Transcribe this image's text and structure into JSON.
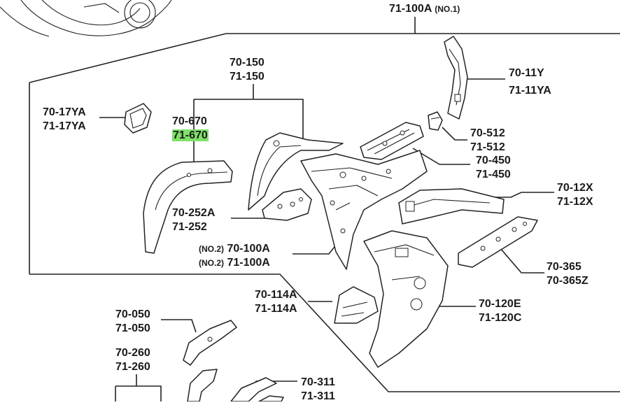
{
  "diagram": {
    "callouts": [
      {
        "id": "100a-no1",
        "code1": "71-100A",
        "note": "(NO.1)"
      },
      {
        "id": "11y",
        "code1": "70-11Y",
        "code2": "71-11YA"
      },
      {
        "id": "150",
        "code1": "70-150",
        "code2": "71-150"
      },
      {
        "id": "17ya",
        "code1": "70-17YA",
        "code2": "71-17YA"
      },
      {
        "id": "670",
        "code1": "70-670",
        "code2": "71-670"
      },
      {
        "id": "512",
        "code1": "70-512",
        "code2": "71-512"
      },
      {
        "id": "450",
        "code1": "70-450",
        "code2": "71-450"
      },
      {
        "id": "12x",
        "code1": "70-12X",
        "code2": "71-12X"
      },
      {
        "id": "252",
        "code1": "70-252A",
        "code2": "71-252"
      },
      {
        "id": "100a-no2",
        "code1": "70-100A",
        "code2": "71-100A",
        "note1": "(NO.2)",
        "note2": "(NO.2)"
      },
      {
        "id": "365",
        "code1": "70-365",
        "code2": "70-365Z"
      },
      {
        "id": "114a",
        "code1": "70-114A",
        "code2": "71-114A"
      },
      {
        "id": "120",
        "code1": "70-120E",
        "code2": "71-120C"
      },
      {
        "id": "050",
        "code1": "70-050",
        "code2": "71-050"
      },
      {
        "id": "260",
        "code1": "70-260",
        "code2": "71-260"
      },
      {
        "id": "311",
        "code1": "70-311",
        "code2": "71-311"
      }
    ],
    "highlight_color": "#7fe06a"
  }
}
